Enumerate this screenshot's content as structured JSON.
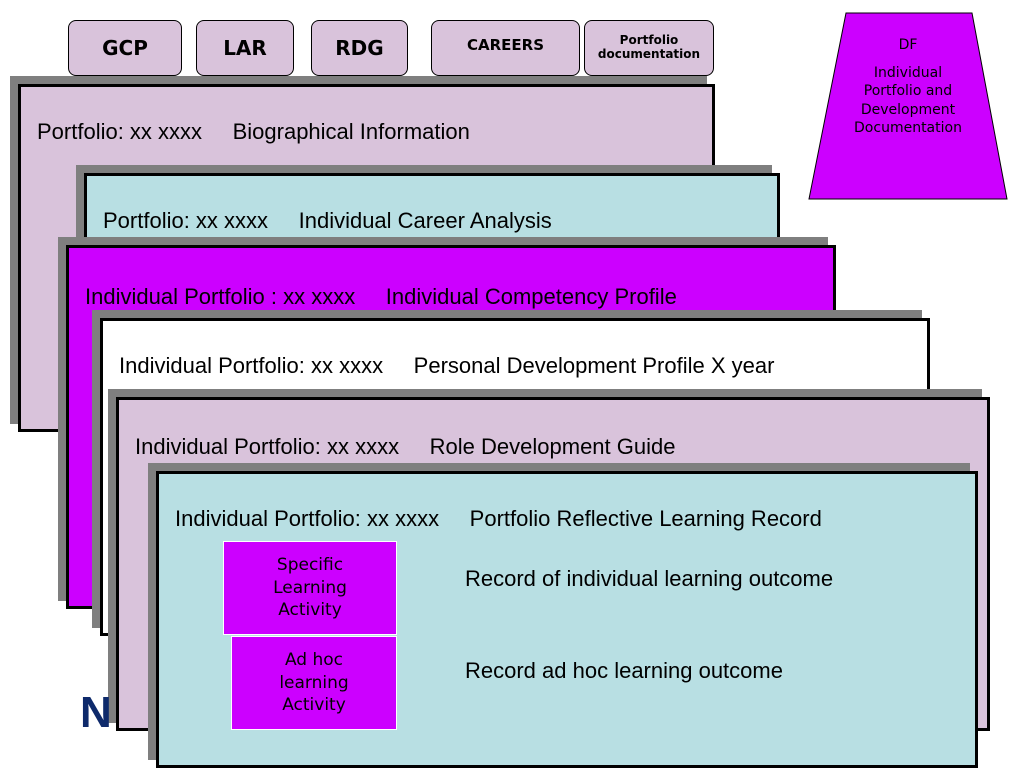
{
  "tabs": [
    {
      "label": "GCP"
    },
    {
      "label": "LAR"
    },
    {
      "label": "RDG"
    },
    {
      "label": "CAREERS"
    },
    {
      "label": "Portfolio documentation"
    }
  ],
  "df_box": {
    "title": "DF",
    "text": "Individual Portfolio and Development Documentation",
    "color": "#cc00ff"
  },
  "cards": [
    {
      "title": "Portfolio: xx xxxx     Biographical Information",
      "color": "#d9c3db"
    },
    {
      "title": "Portfolio: xx xxxx     Individual Career Analysis",
      "color": "#b8dfe3"
    },
    {
      "title": "Individual Portfolio : xx xxxx     Individual Competency Profile",
      "color": "#cc00ff"
    },
    {
      "title": "Individual Portfolio: xx xxxx     Personal Development Profile X year",
      "color": "#ffffff"
    },
    {
      "title": "Individual Portfolio: xx xxxx     Role Development Guide",
      "color": "#d9c3db"
    },
    {
      "title": "Individual Portfolio: xx xxxx     Portfolio Reflective Learning Record",
      "color": "#b8dfe3"
    }
  ],
  "activities": [
    {
      "label": "Specific Learning Activity",
      "outcome": "Record of individual learning outcome"
    },
    {
      "label": "Ad hoc learning Activity",
      "outcome": "Record ad hoc learning outcome"
    }
  ],
  "logo_fragment": "N"
}
